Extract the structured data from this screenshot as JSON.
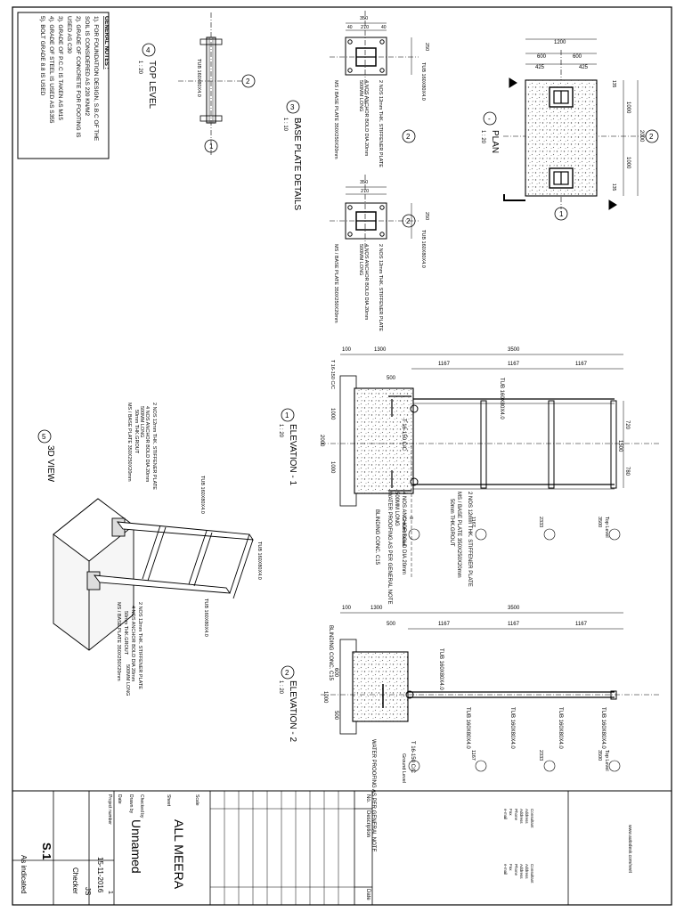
{
  "general_notes": {
    "heading": "GENERAL NOTES :",
    "lines": [
      "1). FOR FOUNDATION DESIGN, S.B.C OF THE",
      "SOIL IS CONSIDERED AS 220 KN/M2",
      "2). GRADE OF CONCRETE FOR FOOTING IS",
      "USED AS C30",
      "3). GRADE OF P.C.C IS TAKEN AS M15",
      "4). GRADE OF STEEL IS USED AS S355",
      "5). BOLT GRADE 8.8 IS USED"
    ]
  },
  "views": {
    "top_level": {
      "num": "4",
      "title": "TOP LEVEL",
      "scale": "1 : 20"
    },
    "base_plate": {
      "num": "3",
      "title": "BASE PLATE DETAILS",
      "scale": "1 : 10"
    },
    "plan": {
      "num": "-",
      "title": "PLAN",
      "scale": "1 : 20"
    },
    "elev1": {
      "num": "1",
      "title": "ELEVATION - 1",
      "scale": "1 : 20"
    },
    "elev2": {
      "num": "2",
      "title": "ELEVATION - 2",
      "scale": "1 : 20"
    },
    "view3d": {
      "num": "5",
      "title": "3D VIEW"
    }
  },
  "grid_marks": {
    "one": "1",
    "two": "2"
  },
  "labels": {
    "tub_100": "TUB 160X80X4.0",
    "tub_cap": "TUB 160X80X4.0",
    "stiffener": "2 NOS 12mm THK. STIFFENER PLATE",
    "anchor": "4 NOS ANCHOR BOLD DIA 20mm",
    "anchor_len": "500MM LONG",
    "grout": "50mm THK.GROUT",
    "base_plate": "MS / BASE PLATE 350X250X20mm",
    "blinding": "BLINDING CONC. C15",
    "waterproof": "WATER PROOFING AS PER GENERAL NOTE",
    "rebar": "T 16-150 C/C",
    "ground": "Ground Level",
    "top_level_tag": "Top Level"
  },
  "dims": {
    "p_1200": "1200",
    "p_600a": "600",
    "p_600b": "600",
    "p_425a": "425",
    "p_425b": "425",
    "p_2000": "2000",
    "p_1000a": "1000",
    "p_1000b": "1000",
    "p_135a": "135",
    "p_135b": "135",
    "bp_350": "350",
    "bp_270": "270",
    "bp_40a": "40",
    "bp_40b": "40",
    "bp_250": "250",
    "e_100": "100",
    "e_1300": "1300",
    "e_3500": "3500",
    "e_1167a": "1167",
    "e_1167b": "1167",
    "e_1167c": "1167",
    "e_500": "500",
    "e_2000": "2000",
    "e_1000a": "1000",
    "e_1000b": "1000",
    "e_720": "720",
    "e_1500": "1500",
    "e_780": "780",
    "lv_0": "0",
    "lv_1167": "1167",
    "lv_2333": "2333",
    "lv_3500": "3500",
    "lv_600": "600"
  },
  "title_block": {
    "project": "ALL MEERA",
    "name": "Unnamed",
    "project_number_label": "Project number",
    "project_number": "1",
    "date_label": "Date",
    "date": "15-11-2016",
    "drawn_by_label": "Drawn by",
    "drawn_by": "JS",
    "checked_by_label": "Checked by",
    "checked_by": "Checker",
    "sheet_label": "Sheet",
    "sheet": "S.1",
    "scale_label": "Scale",
    "scale": "As indicated",
    "rev_no": "No.",
    "rev_desc": "Description",
    "rev_date": "Date",
    "consultant": [
      "Consultant",
      "Address",
      "Address",
      "Phone",
      "Fax",
      "e-mail"
    ],
    "website": "www.autodesk.com/revit"
  }
}
